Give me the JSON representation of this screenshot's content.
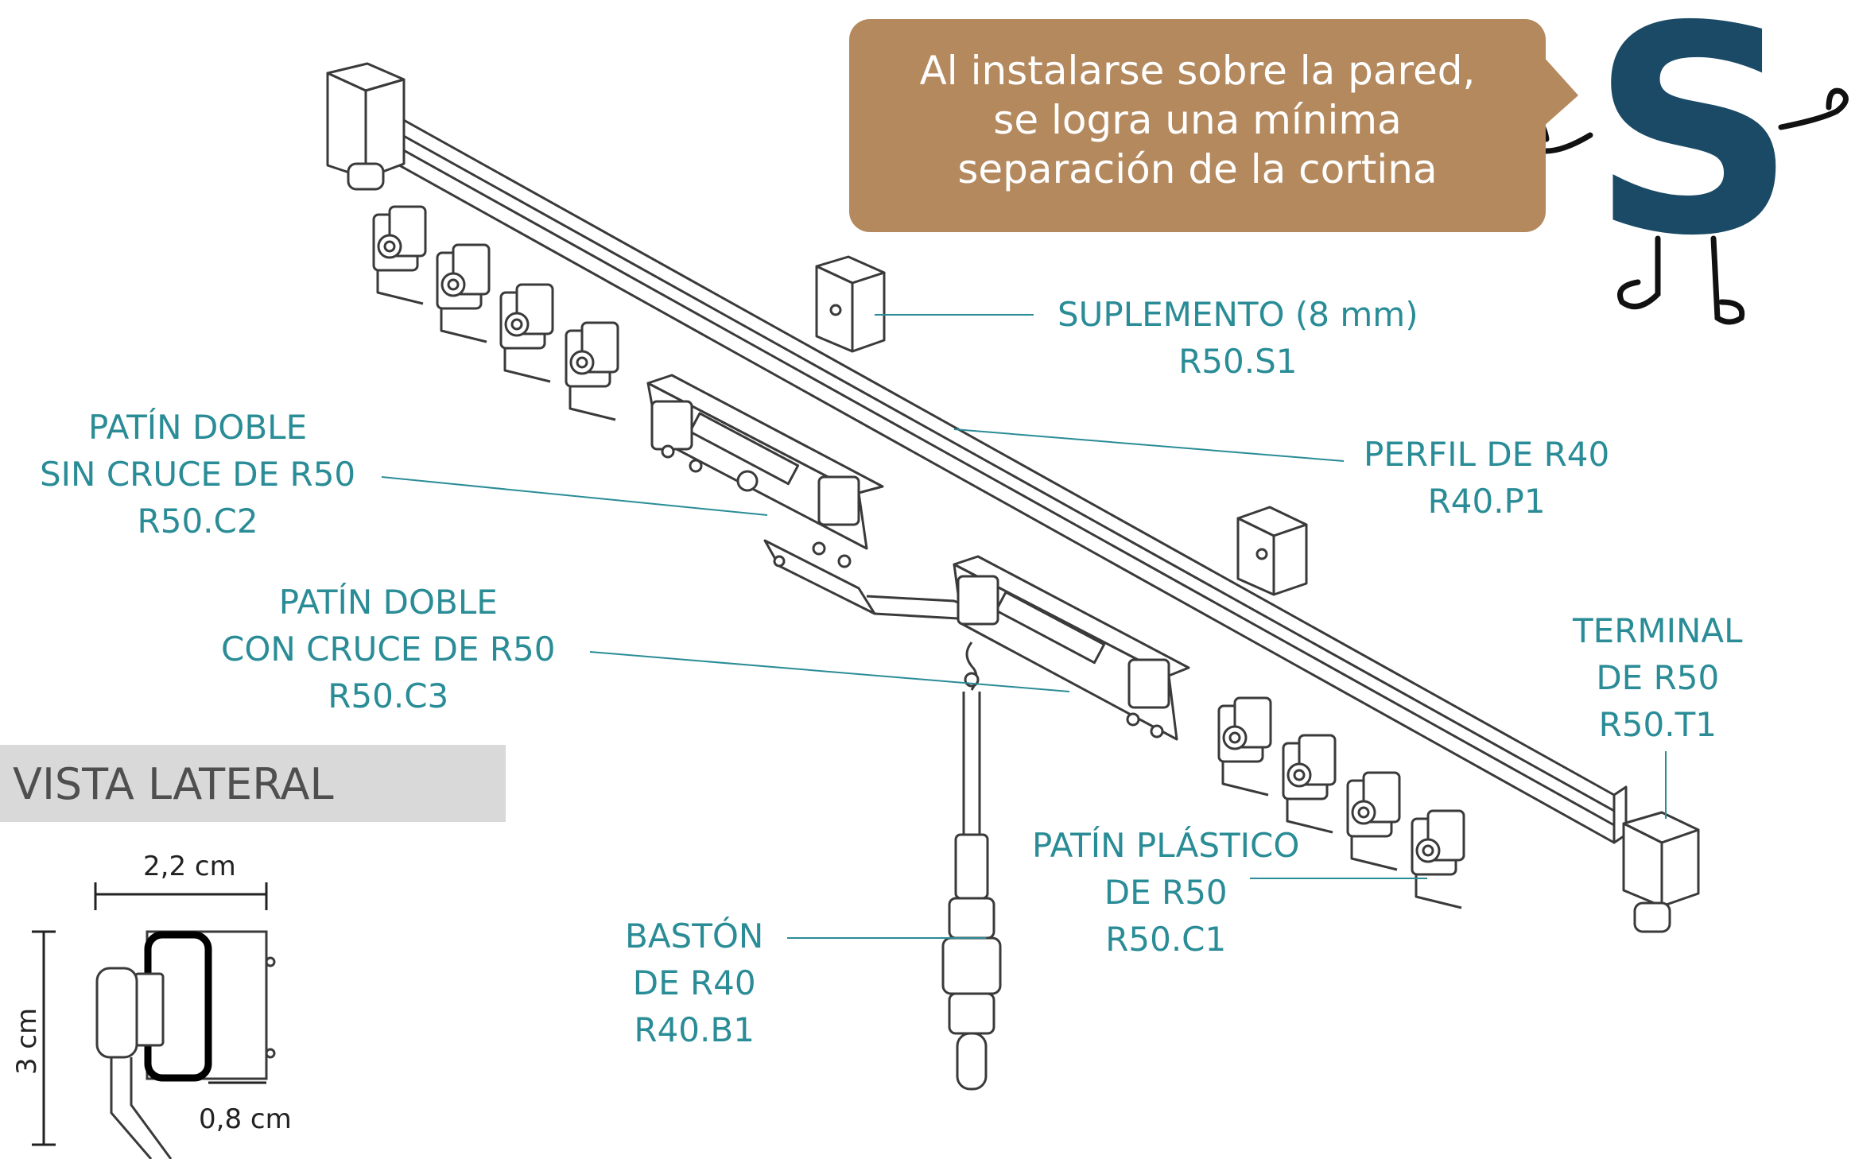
{
  "bubble": {
    "lines": [
      "Al instalarse sobre la pared,",
      "se logra una mínima",
      "separación de la cortina"
    ],
    "color": "#b4895e"
  },
  "mascot": {
    "letter": "S",
    "color": "#1a4a66"
  },
  "labels": {
    "suplemento": [
      "SUPLEMENTO (8 mm)",
      "R50.S1"
    ],
    "perfil": [
      "PERFIL DE R40",
      "R40.P1"
    ],
    "patin_sin_cruce": [
      "PATÍN DOBLE",
      "SIN CRUCE DE R50",
      "R50.C2"
    ],
    "patin_con_cruce": [
      "PATÍN DOBLE",
      "CON CRUCE DE R50",
      "R50.C3"
    ],
    "terminal": [
      "TERMINAL",
      "DE R50",
      "R50.T1"
    ],
    "patin_plastico": [
      "PATÍN PLÁSTICO",
      "DE R50",
      "R50.C1"
    ],
    "baston": [
      "BASTÓN",
      "DE R40",
      "R40.B1"
    ]
  },
  "label_color": "#2a8c96",
  "side_view": {
    "title": "VISTA LATERAL",
    "width_dim": "2,2 cm",
    "height_dim": "3 cm",
    "depth_dim": "0,8 cm"
  }
}
